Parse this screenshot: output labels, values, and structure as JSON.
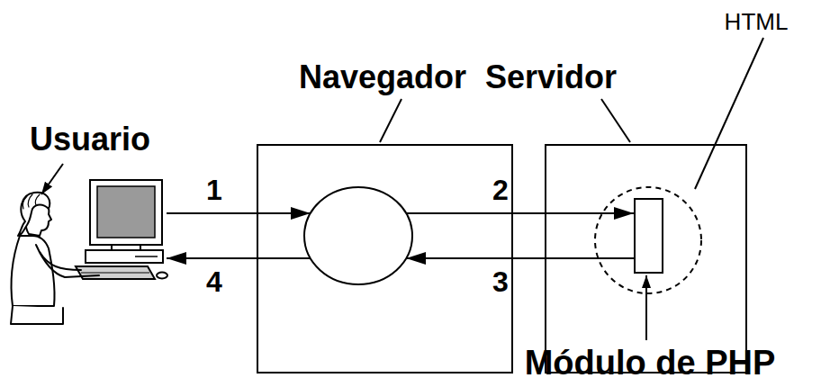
{
  "diagram": {
    "nodes": [
      {
        "text": [
          "Usuario"
        ]
      },
      {
        "text": [
          "Navegador"
        ]
      },
      {
        "text": [],
        "in": 1
      },
      {
        "text": [
          "Servidor"
        ]
      },
      {
        "text": [
          "HTML"
        ],
        "in": 3
      },
      {
        "text": [
          "Módulo de PHP"
        ],
        "in": 4
      }
    ],
    "edges": [
      {
        "from": 0,
        "to": 2,
        "label": "1",
        "arrow": "to"
      },
      {
        "from": 2,
        "to": 5,
        "label": "2",
        "arrow": "to"
      },
      {
        "from": 5,
        "to": 2,
        "label": "3",
        "arrow": "to"
      },
      {
        "from": 2,
        "to": 0,
        "label": "4",
        "arrow": "to"
      }
    ]
  }
}
